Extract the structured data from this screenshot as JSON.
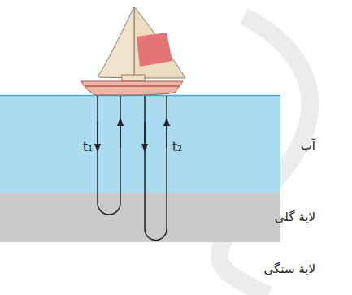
{
  "diagram": {
    "labels": [
      "t₁",
      "t₂",
      "آب",
      "لایهٔ گلی",
      "لایهٔ سنگی"
    ]
  }
}
